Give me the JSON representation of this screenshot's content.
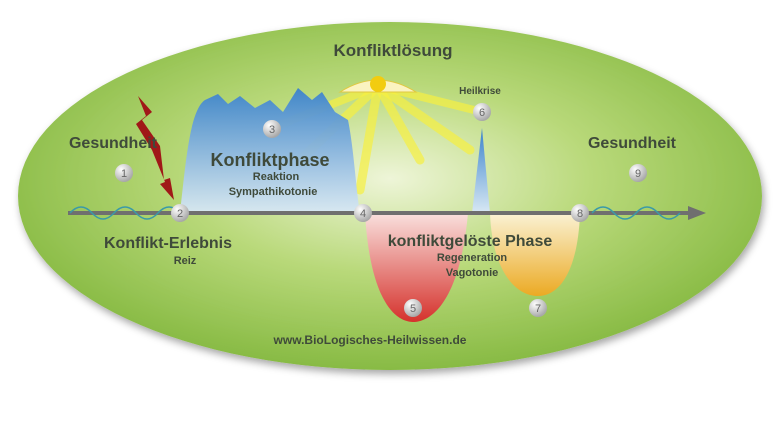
{
  "title": "Konfliktlösung",
  "crisis_label": "Heilkrise",
  "health_left": "Gesundheit",
  "health_right": "Gesundheit",
  "conflict_phase": {
    "title": "Konfliktphase",
    "line1": "Reaktion",
    "line2": "Sympathikotonie"
  },
  "conflict_event": {
    "title": "Konflikt-Erlebnis",
    "sub": "Reiz"
  },
  "resolved_phase": {
    "title": "konfliktgelöste Phase",
    "line1": "Regeneration",
    "line2": "Vagotonie"
  },
  "website": "www.BioLogisches-Heilwissen.de",
  "markers": [
    "1",
    "2",
    "3",
    "4",
    "5",
    "6",
    "7",
    "8",
    "9"
  ],
  "colors": {
    "background": "#8fc24a",
    "conflict": "#4a8fd0",
    "resolved_red": "#e04040",
    "resolved_yellow": "#f0b030",
    "sun": "#f5e020"
  }
}
